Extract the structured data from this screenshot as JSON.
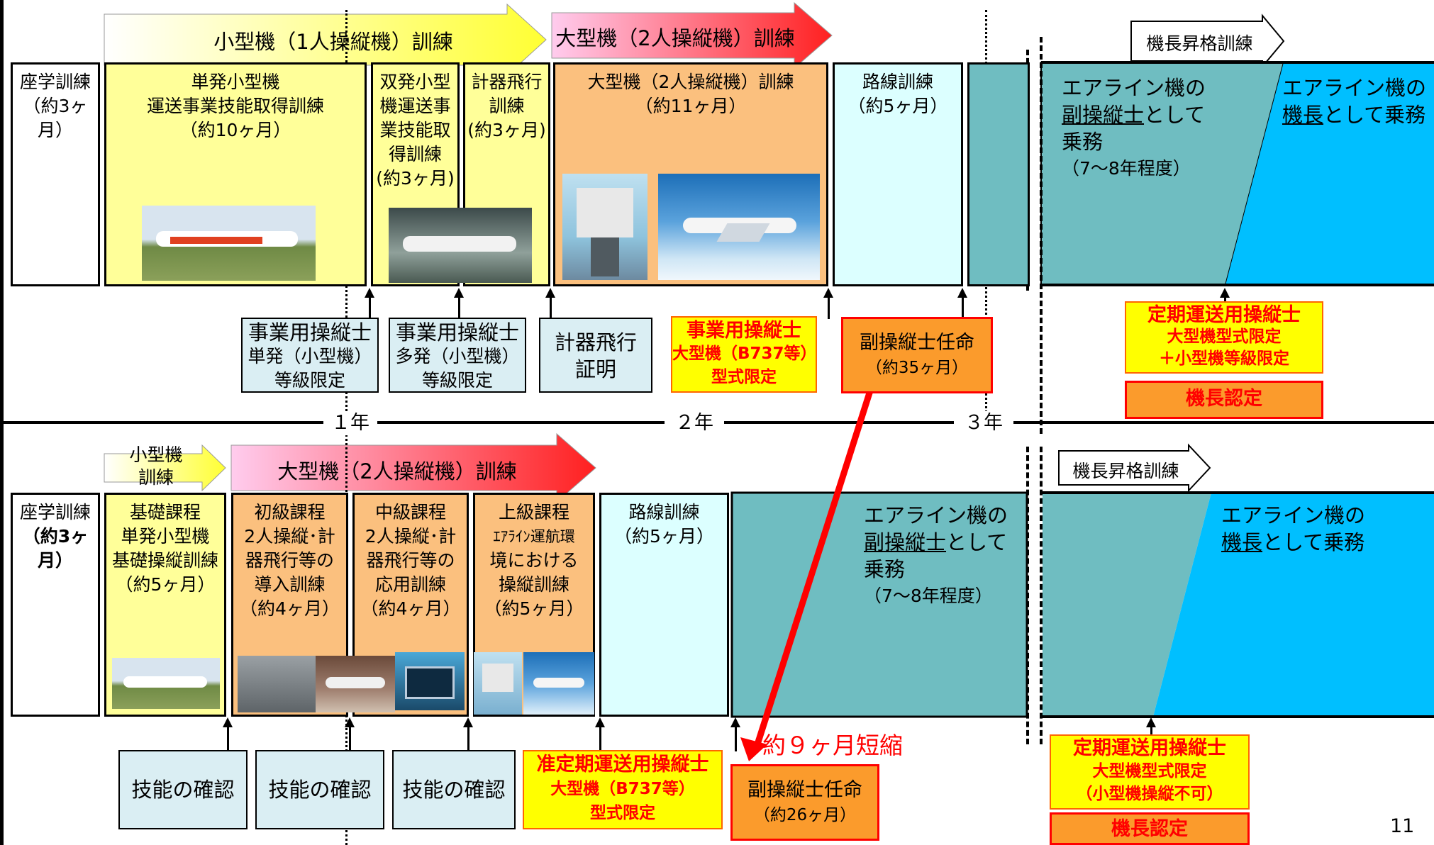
{
  "top": {
    "arrow_small": "小型機（1人操縦機）訓練",
    "arrow_large": "大型機（2人操縦機）訓練",
    "upgrade_label": "機長昇格訓練",
    "zagaku": {
      "l1": "座学訓練",
      "l2": "（約3ヶ月）"
    },
    "single": {
      "l1": "単発小型機",
      "l2": "運送事業技能取得訓練",
      "l3": "（約10ヶ月）"
    },
    "twin": {
      "l1": "双発小型",
      "l2": "機運送事",
      "l3": "業技能取",
      "l4": "得訓練",
      "l5": "(約3ヶ月)"
    },
    "instrument": {
      "l1": "計器飛行",
      "l2": "訓練",
      "l3": "(約3ヶ月)"
    },
    "large": {
      "l1": "大型機（2人操縦機）訓練",
      "l2": "（約11ヶ月）"
    },
    "route": {
      "l1": "路線訓練",
      "l2": "（約5ヶ月）"
    },
    "copilot": {
      "l1": "エアライン機の",
      "l2a": "副操縦士",
      "l2b": "として",
      "l3": "乗務",
      "l4": "（7～8年程度）"
    },
    "captain": {
      "l1": "エアライン機の",
      "l2a": "機長",
      "l2b": "として乗務"
    },
    "cert1": {
      "l1": "事業用操縦士",
      "l2": "単発（小型機）",
      "l3": "等級限定"
    },
    "cert2": {
      "l1": "事業用操縦士",
      "l2": "多発（小型機）",
      "l3": "等級限定"
    },
    "cert3": {
      "l1": "計器飛行",
      "l2": "証明"
    },
    "cert4": {
      "l1": "事業用操縦士",
      "l2": "大型機（B737等）",
      "l3": "型式限定"
    },
    "appoint": {
      "l1": "副操縦士任命",
      "l2": "（約35ヶ月）"
    },
    "atpl": {
      "l1": "定期運送用操縦士",
      "l2": "大型機型式限定",
      "l3": "＋小型機等級限定"
    },
    "captain_cert": "機長認定"
  },
  "timeline": {
    "y1": "１年",
    "y2": "２年",
    "y3": "３年"
  },
  "bottom": {
    "arrow_small_l1": "小型機",
    "arrow_small_l2": "訓練",
    "arrow_large": "大型機（2人操縦機）訓練",
    "upgrade_label": "機長昇格訓練",
    "zagaku": {
      "l1": "座学訓練",
      "l2": "（約3ヶ",
      "l3": "月）"
    },
    "basic": {
      "l1": "基礎課程",
      "l2": "単発小型機",
      "l3": "基礎操縦訓練",
      "l4": "（約5ヶ月）"
    },
    "beginner": {
      "l1": "初級課程",
      "l2": "2人操縦･計",
      "l3": "器飛行等の",
      "l4": "導入訓練",
      "l5": "（約4ヶ月）"
    },
    "intermediate": {
      "l1": "中級課程",
      "l2": "2人操縦･計",
      "l3": "器飛行等の",
      "l4": "応用訓練",
      "l5": "（約4ヶ月）"
    },
    "advanced": {
      "l1": "上級課程",
      "l2": "ｴｱﾗｲﾝ運航環",
      "l3": "境における",
      "l4": "操縦訓練",
      "l5": "（約5ヶ月）"
    },
    "route": {
      "l1": "路線訓練",
      "l2": "（約5ヶ月）"
    },
    "copilot": {
      "l1": "エアライン機の",
      "l2a": "副操縦士",
      "l2b": "として",
      "l3": "乗務",
      "l4": "（7～8年程度）"
    },
    "captain": {
      "l1": "エアライン機の",
      "l2a": "機長",
      "l2b": "として乗務"
    },
    "skill1": "技能の確認",
    "skill2": "技能の確認",
    "skill3": "技能の確認",
    "mpl": {
      "l1": "准定期運送用操縦士",
      "l2": "大型機（B737等）",
      "l3": "型式限定"
    },
    "appoint": {
      "l1": "副操縦士任命",
      "l2": "（約26ヶ月）"
    },
    "atpl": {
      "l1": "定期運送用操縦士",
      "l2": "大型機型式限定",
      "l3": "（小型機操縦不可）"
    },
    "captain_cert": "機長認定"
  },
  "reduction": "約９ヶ月短縮",
  "page_number": "11",
  "colors": {
    "yellow": "#ffff99",
    "orange": "#fbc07e",
    "teal": "#6fbdc1",
    "sky": "#00bfff",
    "light_cyan": "#dcffff",
    "red": "#ff0000"
  }
}
